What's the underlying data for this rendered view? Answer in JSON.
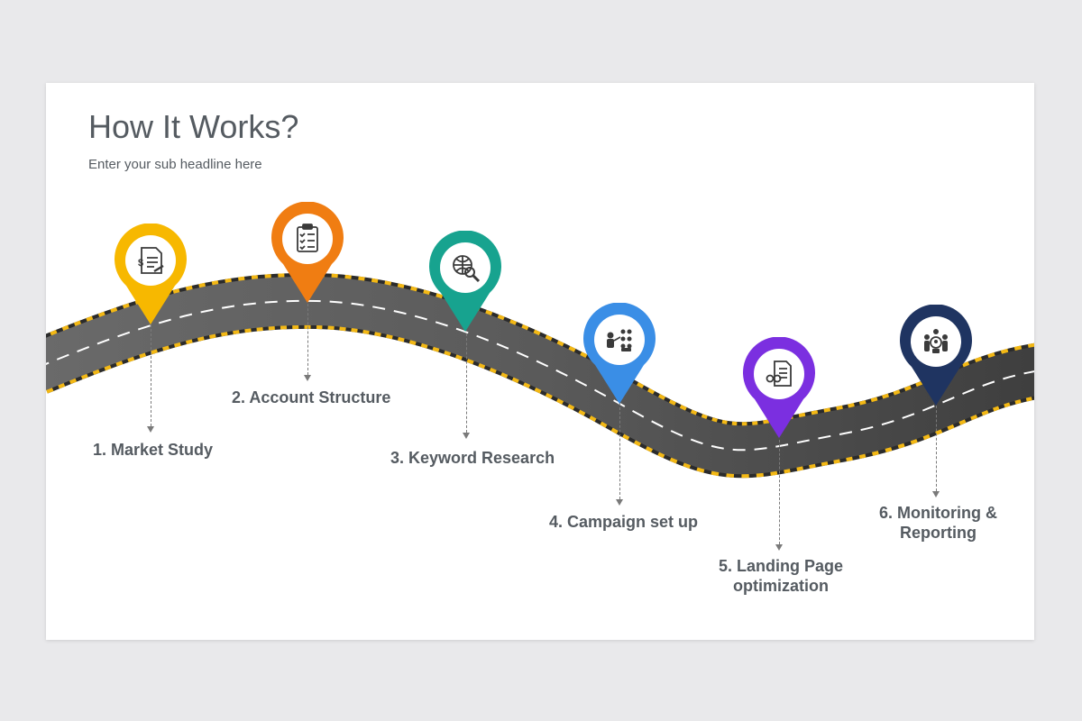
{
  "header": {
    "title": "How It Works?",
    "subtitle": "Enter your sub headline here"
  },
  "colors": {
    "road": "#5e5e5e",
    "road_edge": "#f3b814",
    "lane_marking": "#ffffff",
    "label_text": "#555b61"
  },
  "steps": [
    {
      "label": "1. Market Study",
      "color": "#f7b800",
      "icon": "invoice-document-icon"
    },
    {
      "label": "2. Account Structure",
      "color": "#f07d12",
      "icon": "clipboard-checklist-icon"
    },
    {
      "label": "3. Keyword Research",
      "color": "#17a38f",
      "icon": "globe-search-icon"
    },
    {
      "label": "4. Campaign set up",
      "color": "#3a8ee6",
      "icon": "team-presentation-icon"
    },
    {
      "label": "5. Landing Page\noptimization",
      "color": "#7b2fe0",
      "icon": "page-glasses-icon"
    },
    {
      "label": "6. Monitoring &\nReporting",
      "color": "#1f3461",
      "icon": "user-group-icon"
    }
  ]
}
